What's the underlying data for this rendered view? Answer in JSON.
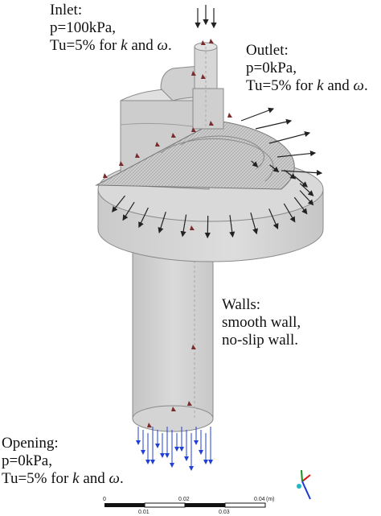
{
  "labels": {
    "inlet": {
      "title": "Inlet:",
      "line1": "p=100kPa,",
      "line2_pre": "Tu=5% for ",
      "k": "k",
      "and": " and ",
      "omega": "ω",
      "end": "."
    },
    "outlet": {
      "title": "Outlet:",
      "line1": "p=0kPa,",
      "line2_pre": "Tu=5% for ",
      "k": "k",
      "and": " and ",
      "omega": "ω",
      "end": "."
    },
    "walls": {
      "title": "Walls:",
      "line1": "smooth wall,",
      "line2": "no-slip wall."
    },
    "opening": {
      "title": "Opening:",
      "line1": "p=0kPa,",
      "line2_pre": "Tu=5% for ",
      "k": "k",
      "and": " and ",
      "omega": "ω",
      "end": "."
    }
  },
  "scale_bar": {
    "top_ticks": [
      "0",
      "0.02",
      "0.04"
    ],
    "bottom_ticks": [
      "0.01",
      "0.03"
    ],
    "unit": "(m)"
  },
  "colors": {
    "body_fill": "#d8d8d8",
    "body_edge": "#8a8a8a",
    "outlet_arrow": "#222222",
    "opening_arrow": "#1f3fd6",
    "inlet_marker": "#7a2b2b",
    "axis_x": "#d11",
    "axis_y": "#1a8f1a",
    "axis_z": "#1a3ad1"
  }
}
